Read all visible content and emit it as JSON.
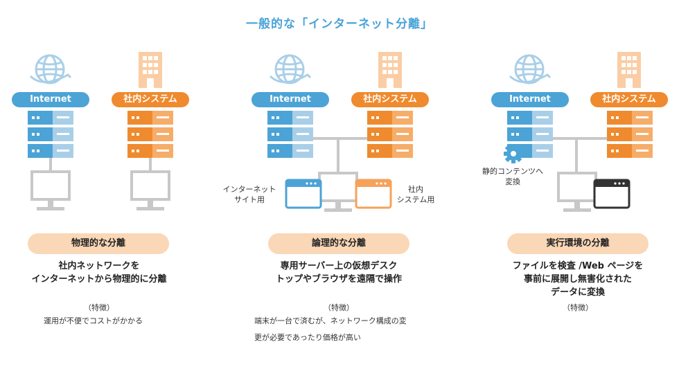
{
  "title": "一般的な「インターネット分離」",
  "icons": {
    "globe": "globe-icon",
    "building": "building-icon",
    "server": "server-icon",
    "monitor": "monitor-icon",
    "window": "window-icon",
    "gear": "gear-icon"
  },
  "colors": {
    "blue": "#4ba3d6",
    "orange": "#ef8a2e",
    "peach": "#fad7b6",
    "gray": "#c8c8c8",
    "dark": "#333333"
  },
  "panels": [
    {
      "internet_label": "Internet",
      "internal_label": "社内システム",
      "category": "物理的な分離",
      "description": [
        "社内ネットワークを",
        "インターネットから物理的に分離"
      ],
      "feature_heading": "（特徴）",
      "feature_lines": [
        "運用が不便でコストがかかる"
      ]
    },
    {
      "internet_label": "Internet",
      "internal_label": "社内システム",
      "left_window_label": [
        "インターネット",
        "サイト用"
      ],
      "right_window_label": [
        "社内",
        "システム用"
      ],
      "category": "論理的な分離",
      "description": [
        "専用サーバー上の仮想デスク",
        "トップやブラウザを遠隔で操作"
      ],
      "feature_heading": "（特徴）",
      "feature_lines": [
        "端末が一台で済むが、ネットワーク構成の変",
        "更が必要であったり価格が高い"
      ]
    },
    {
      "internet_label": "Internet",
      "internal_label": "社内システム",
      "gear_label": [
        "静的コンテンツへ",
        "変換"
      ],
      "category": "実行環境の分離",
      "description": [
        "ファイルを検査 /Web ページを",
        "事前に展開し無害化された",
        "データに変換"
      ],
      "feature_heading": "（特徴）"
    }
  ]
}
